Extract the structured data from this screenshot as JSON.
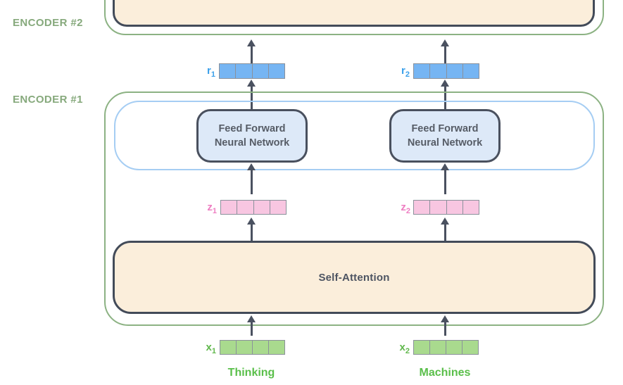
{
  "labels": {
    "encoder2": "ENCODER #2",
    "encoder1": "ENCODER #1"
  },
  "boxes": {
    "ffn_line1": "Feed Forward",
    "ffn_line2": "Neural Network",
    "self_attention": "Self-Attention"
  },
  "vectors": {
    "cells_per_vector": 4,
    "r1": {
      "base": "r",
      "sub": "1"
    },
    "r2": {
      "base": "r",
      "sub": "2"
    },
    "z1": {
      "base": "z",
      "sub": "1"
    },
    "z2": {
      "base": "z",
      "sub": "2"
    },
    "x1": {
      "base": "x",
      "sub": "1"
    },
    "x2": {
      "base": "x",
      "sub": "2"
    }
  },
  "words": {
    "token1": "Thinking",
    "token2": "Machines"
  },
  "colors": {
    "encoder_outline": "#8cb283",
    "encoder_label_text": "#86a97c",
    "ffn_container_outline": "#a5cdf3",
    "ffn_box_fill": "#dde9f8",
    "attention_box_fill": "#fbeedb",
    "dark_box_border": "#434b59",
    "arrow": "#4a5160",
    "r_vector_fill": "#76b5f3",
    "r_label_text": "#3ba0ea",
    "z_vector_fill": "#f8c6e1",
    "z_label_text": "#ee7ec2",
    "x_vector_fill": "#a9da8e",
    "x_label_text": "#61b84d",
    "word_text": "#5abf4a",
    "box_text": "#4d5462"
  }
}
